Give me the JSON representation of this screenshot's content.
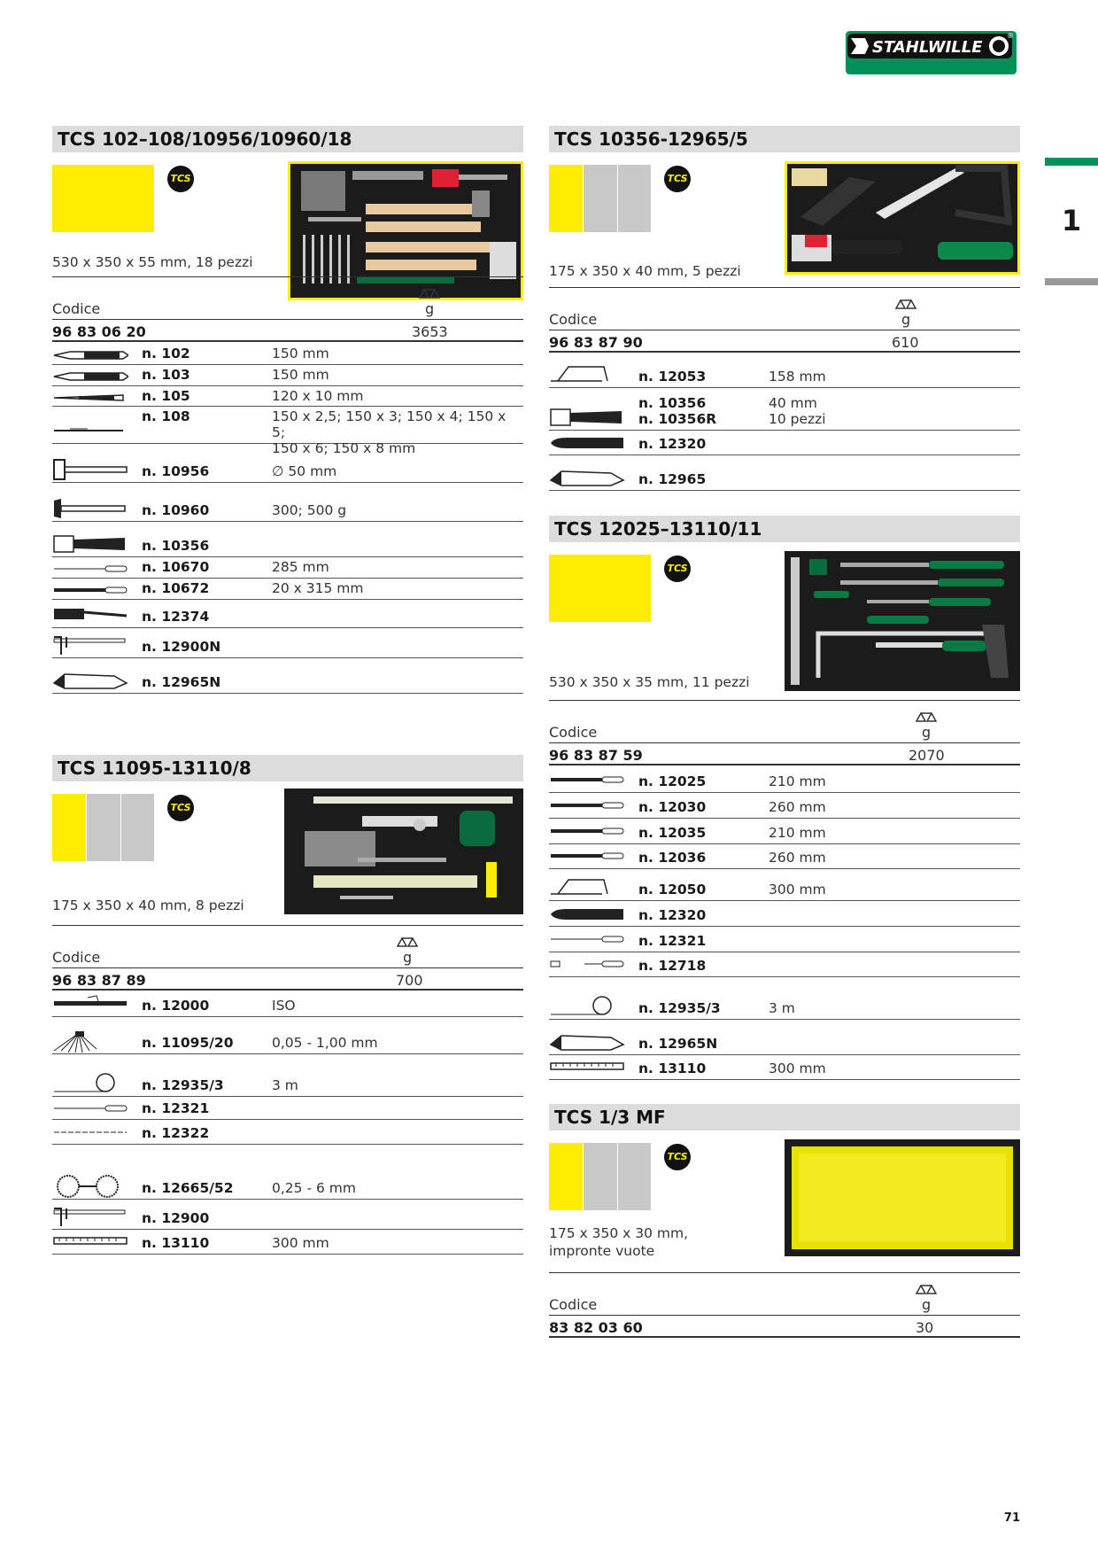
{
  "brand": {
    "logo_text": "STAHLWILLE",
    "registered": "®"
  },
  "chapter_number": "1",
  "page_number": "71",
  "colors": {
    "green": "#00915a",
    "yellow": "#ffed00",
    "grey": "#c8c8c8"
  },
  "labels": {
    "codice": "Codice",
    "weight_unit": "g",
    "badge": "TCS"
  },
  "sections": [
    {
      "title": "TCS 102–108/10956/10960/18",
      "dimensions": "530 x 350 x 55 mm, 18 pezzi",
      "code": "96 83 06 20",
      "weight": "3653",
      "items": [
        {
          "icon": "chisel-icon",
          "pn": "n. 102",
          "desc": "150 mm"
        },
        {
          "icon": "chisel-icon",
          "pn": "n. 103",
          "desc": "150 mm"
        },
        {
          "icon": "punch-icon",
          "pn": "n. 105",
          "desc": "120 x 10 mm"
        },
        {
          "icon": "pin-punch-icon",
          "pn": "n. 108",
          "desc": "150 x 2,5; 150 x 3; 150 x 4; 150 x 5;\n150 x 6; 150 x 8 mm"
        },
        {
          "icon": "mallet-icon",
          "pn": "n. 10956",
          "desc": "∅ 50 mm"
        },
        {
          "icon": "hammer-icon",
          "pn": "n. 10960",
          "desc": "300; 500 g"
        },
        {
          "icon": "scraper-icon",
          "pn": "n. 10356",
          "desc": ""
        },
        {
          "icon": "scriber-icon",
          "pn": "n. 10670",
          "desc": "285 mm"
        },
        {
          "icon": "file-icon",
          "pn": "n. 10672",
          "desc": "20 x 315 mm"
        },
        {
          "icon": "wire-brush-icon",
          "pn": "n. 12374",
          "desc": ""
        },
        {
          "icon": "caliper-icon",
          "pn": "n. 12900N",
          "desc": ""
        },
        {
          "icon": "utility-knife-icon",
          "pn": "n. 12965N",
          "desc": ""
        }
      ]
    },
    {
      "title": "TCS 11095-13110/8",
      "dimensions": "175 x 350 x 40 mm, 8 pezzi",
      "code": "96 83 87 89",
      "weight": "700",
      "items": [
        {
          "icon": "thread-gauge-icon",
          "pn": "n. 12000",
          "desc": "ISO"
        },
        {
          "icon": "feeler-gauge-icon",
          "pn": "n. 11095/20",
          "desc": "0,05 - 1,00 mm"
        },
        {
          "icon": "tape-measure-icon",
          "pn": "n. 12935/3",
          "desc": "3 m"
        },
        {
          "icon": "scriber-icon",
          "pn": "n. 12321",
          "desc": ""
        },
        {
          "icon": "center-punch-icon",
          "pn": "n. 12322",
          "desc": ""
        },
        {
          "icon": "radius-gauge-icon",
          "pn": "n. 12665/52",
          "desc": "0,25 - 6 mm"
        },
        {
          "icon": "caliper-icon",
          "pn": "n. 12900",
          "desc": ""
        },
        {
          "icon": "ruler-icon",
          "pn": "n. 13110",
          "desc": "300 mm"
        }
      ]
    },
    {
      "title": "TCS 10356-12965/5",
      "dimensions": "175 x 350 x 40 mm, 5 pezzi",
      "code": "96 83 87 90",
      "weight": "610",
      "items": [
        {
          "icon": "hacksaw-icon",
          "pn": "n. 12053",
          "desc": "158 mm"
        },
        {
          "icon": "scraper-icon",
          "pn": "n. 10356\nn. 10356R",
          "desc": "40 mm\n10 pezzi"
        },
        {
          "icon": "cable-knife-icon",
          "pn": "n. 12320",
          "desc": ""
        },
        {
          "icon": "utility-knife-icon",
          "pn": "n. 12965",
          "desc": ""
        }
      ]
    },
    {
      "title": "TCS 12025–13110/11",
      "dimensions": "530 x 350 x 35 mm, 11 pezzi",
      "code": "96 83 87 59",
      "weight": "2070",
      "items": [
        {
          "icon": "file-icon",
          "pn": "n. 12025",
          "desc": "210 mm"
        },
        {
          "icon": "file-icon",
          "pn": "n. 12030",
          "desc": "260 mm"
        },
        {
          "icon": "file-icon",
          "pn": "n. 12035",
          "desc": "210 mm"
        },
        {
          "icon": "file-icon",
          "pn": "n. 12036",
          "desc": "260 mm"
        },
        {
          "icon": "hacksaw-icon",
          "pn": "n. 12050",
          "desc": "300 mm"
        },
        {
          "icon": "cable-knife-icon",
          "pn": "n. 12320",
          "desc": ""
        },
        {
          "icon": "scriber-icon",
          "pn": "n. 12321",
          "desc": ""
        },
        {
          "icon": "screwdriver-icon",
          "pn": "n. 12718",
          "desc": ""
        },
        {
          "icon": "tape-measure-icon",
          "pn": "n. 12935/3",
          "desc": "3 m"
        },
        {
          "icon": "utility-knife-icon",
          "pn": "n. 12965N",
          "desc": ""
        },
        {
          "icon": "ruler-icon",
          "pn": "n. 13110",
          "desc": "300 mm"
        }
      ]
    },
    {
      "title": "TCS 1/3 MF",
      "dimensions": "175 x 350 x 30 mm,\nimpronte vuote",
      "code": "83 82 03 60",
      "weight": "30",
      "items": []
    }
  ]
}
